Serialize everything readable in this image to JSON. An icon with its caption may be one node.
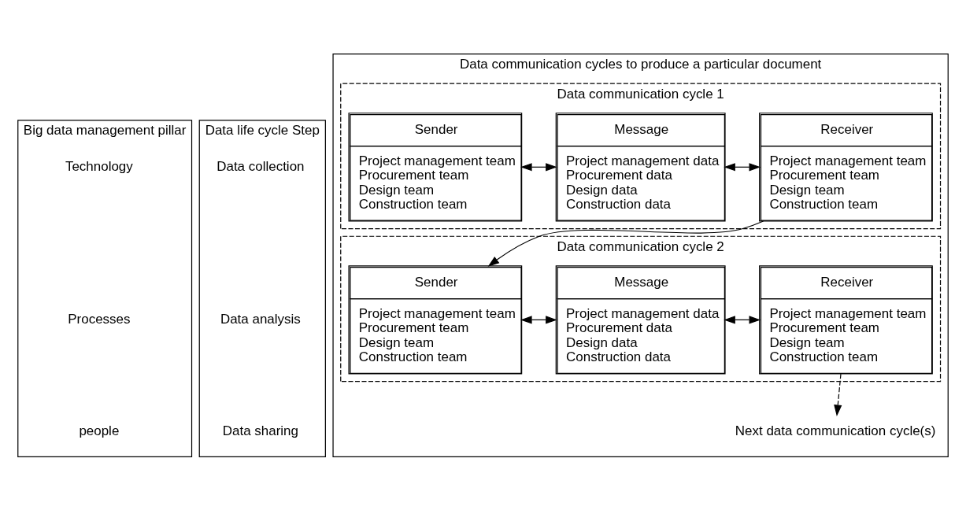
{
  "diagram": {
    "nodes": [
      {
        "text": [
          "Big data management pillar"
        ]
      },
      {
        "text": [
          "Technology"
        ],
        "in": 0
      },
      {
        "text": [
          "Processes"
        ],
        "in": 0
      },
      {
        "text": [
          "people"
        ],
        "in": 0
      },
      {
        "text": [
          "Data life cycle Step"
        ]
      },
      {
        "text": [
          "Data collection"
        ],
        "in": 4
      },
      {
        "text": [
          "Data analysis"
        ],
        "in": 4
      },
      {
        "text": [
          "Data sharing"
        ],
        "in": 4
      },
      {
        "text": [
          "Data communication cycles to produce a particular document"
        ]
      },
      {
        "text": [
          "Data communication cycle 1"
        ],
        "in": 8
      },
      {
        "text": [
          "Sender",
          "Project management team",
          "Procurement team",
          "Design team",
          "Construction team"
        ],
        "in": 9
      },
      {
        "text": [
          "Message",
          "Project management data",
          "Procurement data",
          "Design data",
          "Construction data"
        ],
        "in": 9
      },
      {
        "text": [
          "Receiver",
          "Project management team",
          "Procurement team",
          "Design team",
          "Construction team"
        ],
        "in": 9
      },
      {
        "text": [
          "Data communication cycle 2"
        ],
        "in": 8
      },
      {
        "text": [
          "Sender",
          "Project management team",
          "Procurement team",
          "Design team",
          "Construction team"
        ],
        "in": 13
      },
      {
        "text": [
          "Message",
          "Project management data",
          "Procurement data",
          "Design data",
          "Construction data"
        ],
        "in": 13
      },
      {
        "text": [
          "Receiver",
          "Project management team",
          "Procurement team",
          "Design team",
          "Construction team"
        ],
        "in": 13
      },
      {
        "text": [
          "Next data communication cycle(s)"
        ],
        "in": 8
      }
    ],
    "edges": [
      {
        "from": 10,
        "to": 11,
        "arrow": "both"
      },
      {
        "from": 11,
        "to": 12,
        "arrow": "both"
      },
      {
        "from": 12,
        "to": 14,
        "arrow": "to"
      },
      {
        "from": 14,
        "to": 15,
        "arrow": "both"
      },
      {
        "from": 15,
        "to": 16,
        "arrow": "both"
      },
      {
        "from": 16,
        "to": 17,
        "arrow": "to",
        "style": "dashed"
      }
    ]
  }
}
